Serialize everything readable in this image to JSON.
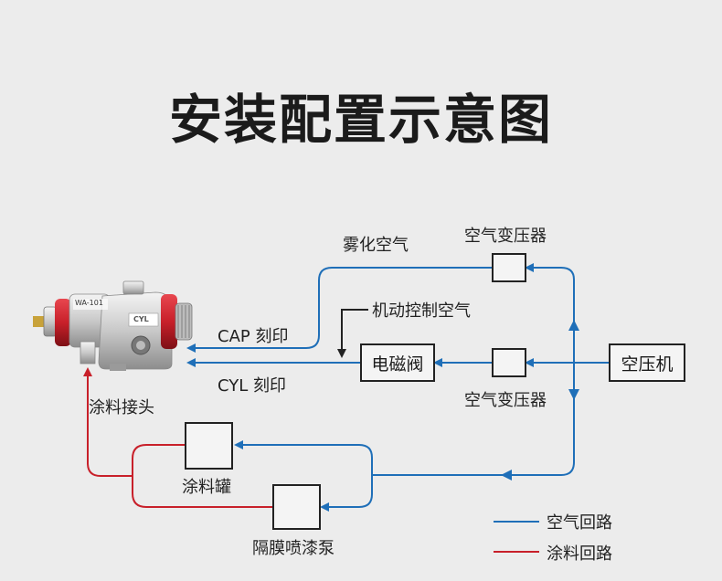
{
  "title": "安装配置示意图",
  "labels": {
    "atomizing_air": "雾化空气",
    "regulator_top": "空气变压器",
    "regulator_mid": "空气变压器",
    "machine_control_air": "机动控制空气",
    "cap_marking": "CAP 刻印",
    "cyl_marking": "CYL 刻印",
    "paint_connector": "涂料接头",
    "paint_tank": "涂料罐",
    "diaphragm_pump": "隔膜喷漆泵"
  },
  "boxes": {
    "solenoid_valve": "电磁阀",
    "air_compressor": "空压机"
  },
  "gun": {
    "model": "WA-101",
    "side_mark": "CYL"
  },
  "legend": {
    "air_label": "空气回路",
    "paint_label": "涂料回路"
  },
  "colors": {
    "air": "#1f6fb8",
    "paint": "#c8202a"
  }
}
